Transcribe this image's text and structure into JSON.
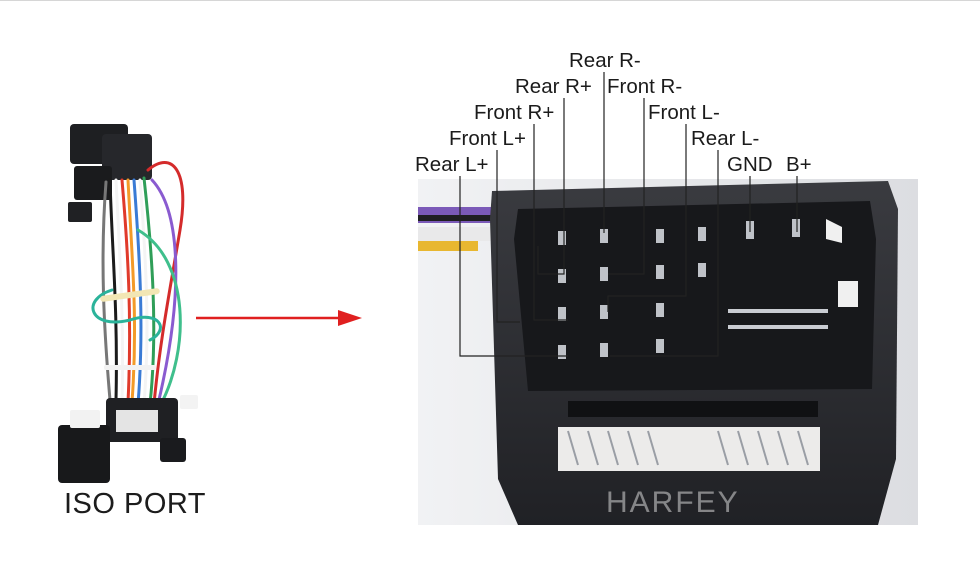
{
  "harness": {
    "caption": "ISO PORT"
  },
  "connector": {
    "watermark": "HARFEY",
    "pins": {
      "rear_r_minus": "Rear R-",
      "rear_r_plus": "Rear R+",
      "front_r_minus": "Front R-",
      "front_r_plus": "Front R+",
      "front_l_minus": "Front L-",
      "front_l_plus": "Front L+",
      "rear_l_minus": "Rear L-",
      "rear_l_plus": "Rear L+",
      "gnd": "GND",
      "b_plus": "B+"
    }
  },
  "colors": {
    "arrow": "#e02020",
    "leader_line": "#222222",
    "connector_body": "#2a2b2f"
  }
}
